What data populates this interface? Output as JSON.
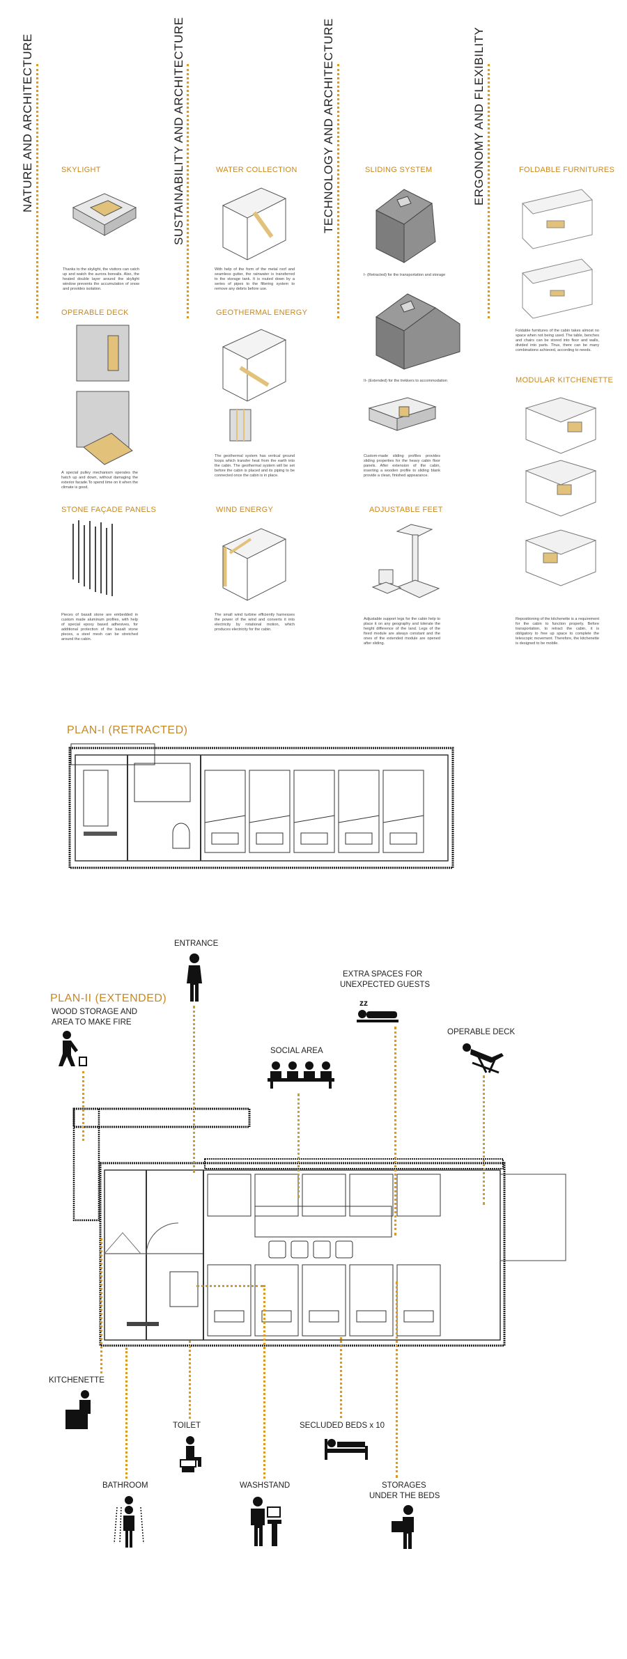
{
  "columns": [
    {
      "title": "NATURE AND ARCHITECTURE"
    },
    {
      "title": "SUSTAINABILITY AND ARCHITECTURE"
    },
    {
      "title": "TECHNOLOGY AND ARCHITECTURE"
    },
    {
      "title": "ERGONOMY AND FLEXIBILITY"
    }
  ],
  "features": {
    "skylight": {
      "title": "SKYLIGHT",
      "desc": "Thanks to the skylight, the visitors can catch up and watch the aurora borealis. Also, the heated double layer around the skylight window prevents the accumulation of snow and provides isolation."
    },
    "operable_deck": {
      "title": "OPERABLE DECK",
      "desc": "A special pulley mechanism operates the hatch up and down, without damaging the exterior facade.To spend time on it when the climate is good."
    },
    "stone_facade": {
      "title": "STONE FAÇADE PANELS",
      "desc": "Pieces of basalt stone are embedded in custom made aluminum profiles, with help of special epoxy based adhesives, for additional protection of the basalt stone pieces, a steel mesh can be stretched around the cabin."
    },
    "water_collection": {
      "title": "WATER COLLECTION",
      "desc": "With help of the form of the metal roof and seamless gutter, the rainwater is transferred to the storage tank. It is routed down by a series of pipes to the filtering system to remove any debris before use."
    },
    "geothermal": {
      "title": "GEOTHERMAL ENERGY",
      "desc": "The geothermal system has vertical ground loops which transfer heat from the earth into the cabin. The geothermal system will be set before the cabin is placed and its piping to be connected once the cabin is in place."
    },
    "wind": {
      "title": "WIND ENERGY",
      "desc": "The small wind turbine efficiently harnesses the power of the wind and converts it into electricity by rotational motion, which produces electricity for the cabin."
    },
    "sliding": {
      "title": "SLIDING SYSTEM",
      "caption1": "I- (Retracted) for the transportation and storage",
      "caption2": "II- (Extended) for the trekkers to accommodation",
      "desc": "Custom-made sliding profiles provides sliding properties for the heavy cabin floor panels. After extension of the cabin, inserting a wooden profile to sliding blank provide a clean, finished appearance."
    },
    "adjustable_feet": {
      "title": "ADJUSTABLE FEET",
      "desc": "Adjustable support legs for the cabin help to place it on any geography and tolerate the height difference of the land. Legs of the fixed module are always constant and the ones of the extended module are opened after sliding."
    },
    "foldable": {
      "title": "FOLDABLE FURNITURES",
      "desc": "Foldable furnitures of the cabin takes almost no space when not being used. The table, benches and chairs can be stored into floor and walls, divided into parts. Thus, there can be many combinations achieved, according to needs."
    },
    "kitchenette": {
      "title": "MODULAR KITCHENETTE",
      "desc": "Repositioning of the kitchenette is a requirement for the cabin to function properly. Before transportation, to retract the cabin, it is obligatory to free up space to complete the telescopic movement. Therefore, the kitchenette is designed to be mobile."
    }
  },
  "plan1": {
    "title": "PLAN-I (RETRACTED)"
  },
  "plan2": {
    "title": "PLAN-II (EXTENDED)",
    "labels": {
      "entrance": "ENTRANCE",
      "extra_spaces_1": "EXTRA SPACES FOR",
      "extra_spaces_2": "UNEXPECTED GUESTS",
      "wood_1": "WOOD STORAGE AND",
      "wood_2": "AREA TO MAKE FIRE",
      "social": "SOCIAL AREA",
      "deck": "OPERABLE DECK",
      "kitchenette": "KITCHENETTE",
      "toilet": "TOILET",
      "secluded": "SECLUDED  BEDS x 10",
      "bathroom": "BATHROOM",
      "washstand": "WASHSTAND",
      "storages_1": "STORAGES",
      "storages_2": "UNDER THE BEDS"
    }
  },
  "colors": {
    "accent": "#d49a2a",
    "text": "#222222",
    "line": "#333333"
  }
}
